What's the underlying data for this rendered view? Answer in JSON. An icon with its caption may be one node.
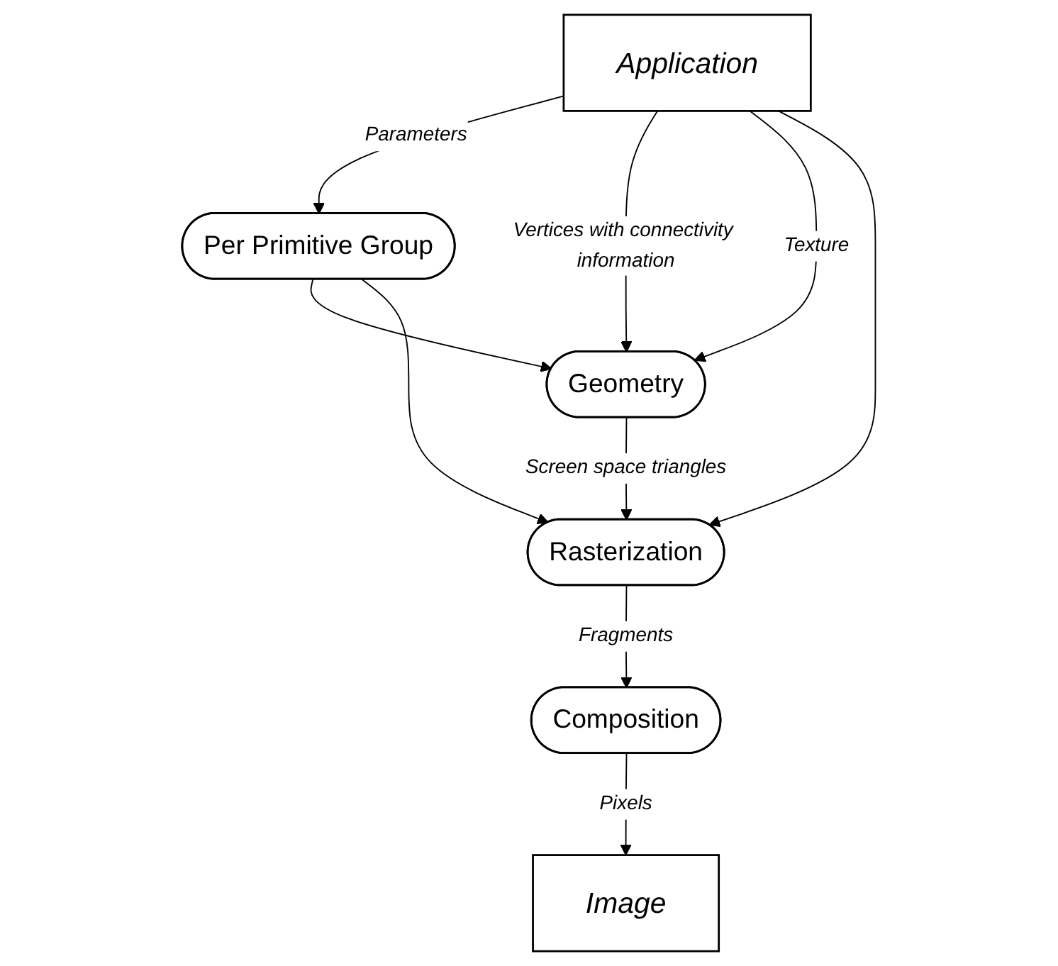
{
  "diagram": {
    "nodes": [
      {
        "text": [
          "Application"
        ]
      },
      {
        "text": [
          "Geometry"
        ]
      },
      {
        "text": [
          "Per Primitive Group"
        ]
      },
      {
        "text": [
          "Rasterization"
        ]
      },
      {
        "text": [
          "Composition"
        ]
      },
      {
        "text": [
          "Image"
        ]
      }
    ],
    "edges": [
      {
        "from": 0,
        "to": 2,
        "arrow": "to",
        "label": "Parameters"
      },
      {
        "from": 0,
        "to": 1,
        "arrow": "to",
        "label": "Vertices with connectivity information"
      },
      {
        "from": 0,
        "to": 1,
        "arrow": "to",
        "label": "Texture"
      },
      {
        "from": 0,
        "to": 3,
        "arrow": "to"
      },
      {
        "from": 2,
        "to": 1,
        "arrow": "to"
      },
      {
        "from": 2,
        "to": 3,
        "arrow": "to"
      },
      {
        "from": 1,
        "to": 3,
        "arrow": "to",
        "label": "Screen space triangles"
      },
      {
        "from": 3,
        "to": 4,
        "arrow": "to",
        "label": "Fragments"
      },
      {
        "from": 4,
        "to": 5,
        "arrow": "to",
        "label": "Pixels"
      }
    ]
  }
}
